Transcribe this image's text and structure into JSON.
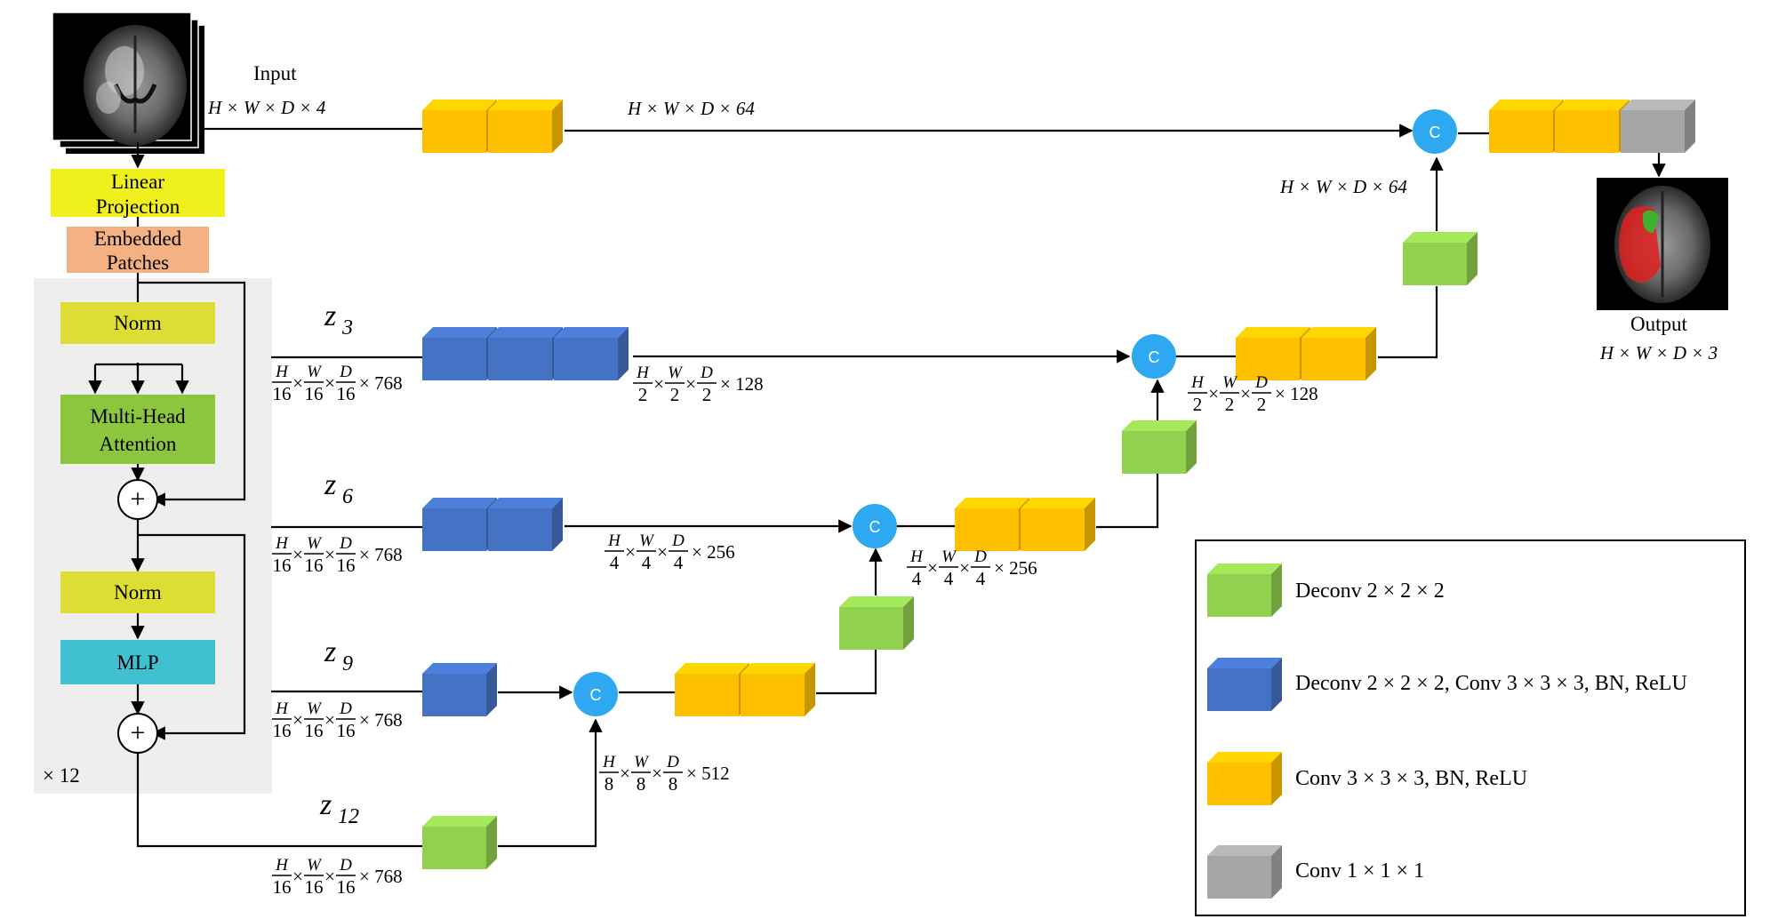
{
  "input": {
    "label": "Input",
    "dims": "H × W × D × 4"
  },
  "output": {
    "label": "Output",
    "dims": "H × W × D × 3"
  },
  "encoder": {
    "linear_projection": [
      "Linear",
      "Projection"
    ],
    "embedded_patches": [
      "Embedded",
      "Patches"
    ],
    "norm1": "Norm",
    "mha": [
      "Multi-Head",
      "Attention"
    ],
    "norm2": "Norm",
    "mlp": "MLP",
    "plus": "+",
    "repeat": "× 12"
  },
  "skips": {
    "z3": {
      "z": "z",
      "sub": "3"
    },
    "z6": {
      "z": "z",
      "sub": "6"
    },
    "z9": {
      "z": "z",
      "sub": "9"
    },
    "z12": {
      "z": "z",
      "sub": "12"
    }
  },
  "dims": {
    "top_64": "H × W × D × 64",
    "up_64": "H × W × D × 64",
    "enc_768": "× 768",
    "d128": "× 128",
    "d256": "× 256",
    "d512": "× 512",
    "frac": {
      "h": "H",
      "w": "W",
      "d": "D",
      "times": "×",
      "n16": "16",
      "n8": "8",
      "n4": "4",
      "n2": "2"
    }
  },
  "concat_label": "C",
  "legend": {
    "green": "Deconv 2 × 2 × 2",
    "blue": "Deconv 2 × 2 × 2,  Conv 3 × 3 × 3, BN, ReLU",
    "orange": "Conv 3 × 3 × 3, BN, ReLU",
    "gray": "Conv 1 × 1 × 1"
  },
  "colors": {
    "green": "#92D050",
    "blue": "#4472C4",
    "orange": "#FFC000",
    "gray": "#A6A6A6",
    "concat": "#2EA8F0",
    "linear_projection": "#F0F01E",
    "embedded_patches": "#F4B183",
    "norm": "#DDDD33",
    "mha": "#8CC63F",
    "mlp": "#40C0D0",
    "encoder_bg": "#EEEEEE",
    "mask_red": "#E02020"
  }
}
